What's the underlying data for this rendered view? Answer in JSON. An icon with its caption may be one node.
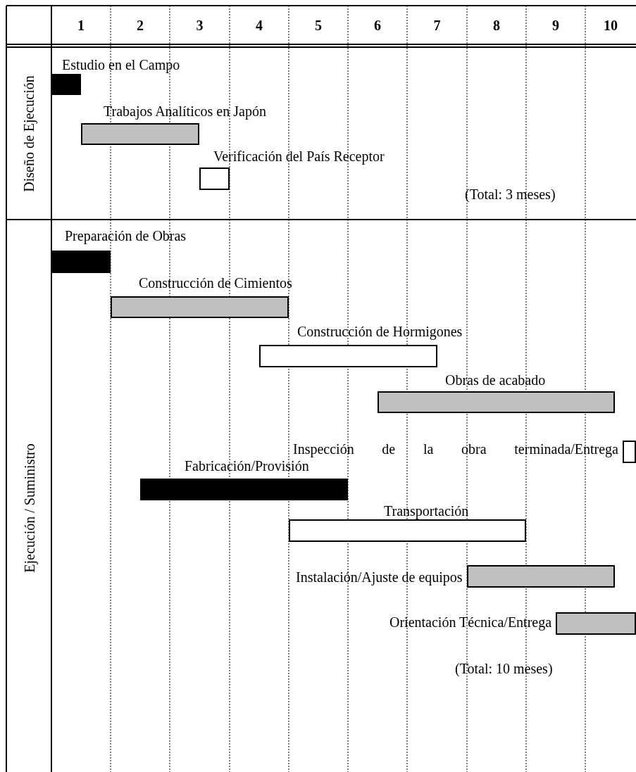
{
  "diagram": {
    "nodes": [
      {
        "text": [
          "Diseño de Ejecución"
        ]
      },
      {
        "text": [
          "Estudio en el Campo"
        ],
        "in": 0
      },
      {
        "text": [
          "Trabajos Analíticos en Japón"
        ],
        "in": 0
      },
      {
        "text": [
          "Verificación del País Receptor"
        ],
        "in": 0
      },
      {
        "text": [
          "Ejecución / Suministro"
        ]
      },
      {
        "text": [
          "Preparación de Obras"
        ],
        "in": 4
      },
      {
        "text": [
          "Construcción de Cimientos"
        ],
        "in": 4
      },
      {
        "text": [
          "Construcción de Hormigones"
        ],
        "in": 4
      },
      {
        "text": [
          "Obras de acabado"
        ],
        "in": 4
      },
      {
        "text": [
          "Inspección de la obra terminada/Entrega"
        ],
        "in": 4
      },
      {
        "text": [
          "Fabricación/Provisión"
        ],
        "in": 4
      },
      {
        "text": [
          "Transportación"
        ],
        "in": 4
      },
      {
        "text": [
          "Instalación/Ajuste de equipos"
        ],
        "in": 4
      },
      {
        "text": [
          "Orientación Técnica/Entrega"
        ],
        "in": 4
      }
    ],
    "labels": [
      "1",
      "2",
      "3",
      "4",
      "5",
      "6",
      "7",
      "8",
      "9",
      "10",
      "(Total: 3 meses)",
      "(Total: 10 meses)"
    ]
  }
}
